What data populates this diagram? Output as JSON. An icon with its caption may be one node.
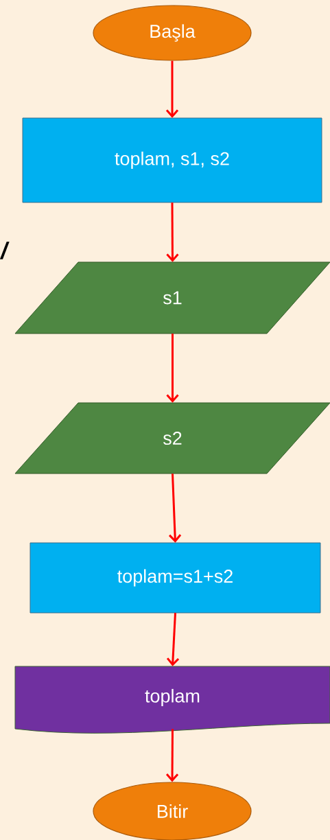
{
  "diagram": {
    "nodes": [
      {
        "text": [
          "Başla"
        ]
      },
      {
        "text": [
          "toplam, s1, s2"
        ]
      },
      {
        "text": [
          "s1"
        ]
      },
      {
        "text": [
          "s2"
        ]
      },
      {
        "text": [
          "toplam=s1+s2"
        ]
      },
      {
        "text": [
          "toplam"
        ]
      },
      {
        "text": [
          "Bitir"
        ]
      }
    ],
    "edges": [
      {
        "from": 0,
        "to": 1,
        "arrow": "to"
      },
      {
        "from": 1,
        "to": 2,
        "arrow": "to"
      },
      {
        "from": 2,
        "to": 3,
        "arrow": "to"
      },
      {
        "from": 3,
        "to": 4,
        "arrow": "to"
      },
      {
        "from": 4,
        "to": 5,
        "arrow": "to"
      },
      {
        "from": 5,
        "to": 6,
        "arrow": "to"
      }
    ],
    "labels": [
      "/"
    ]
  }
}
